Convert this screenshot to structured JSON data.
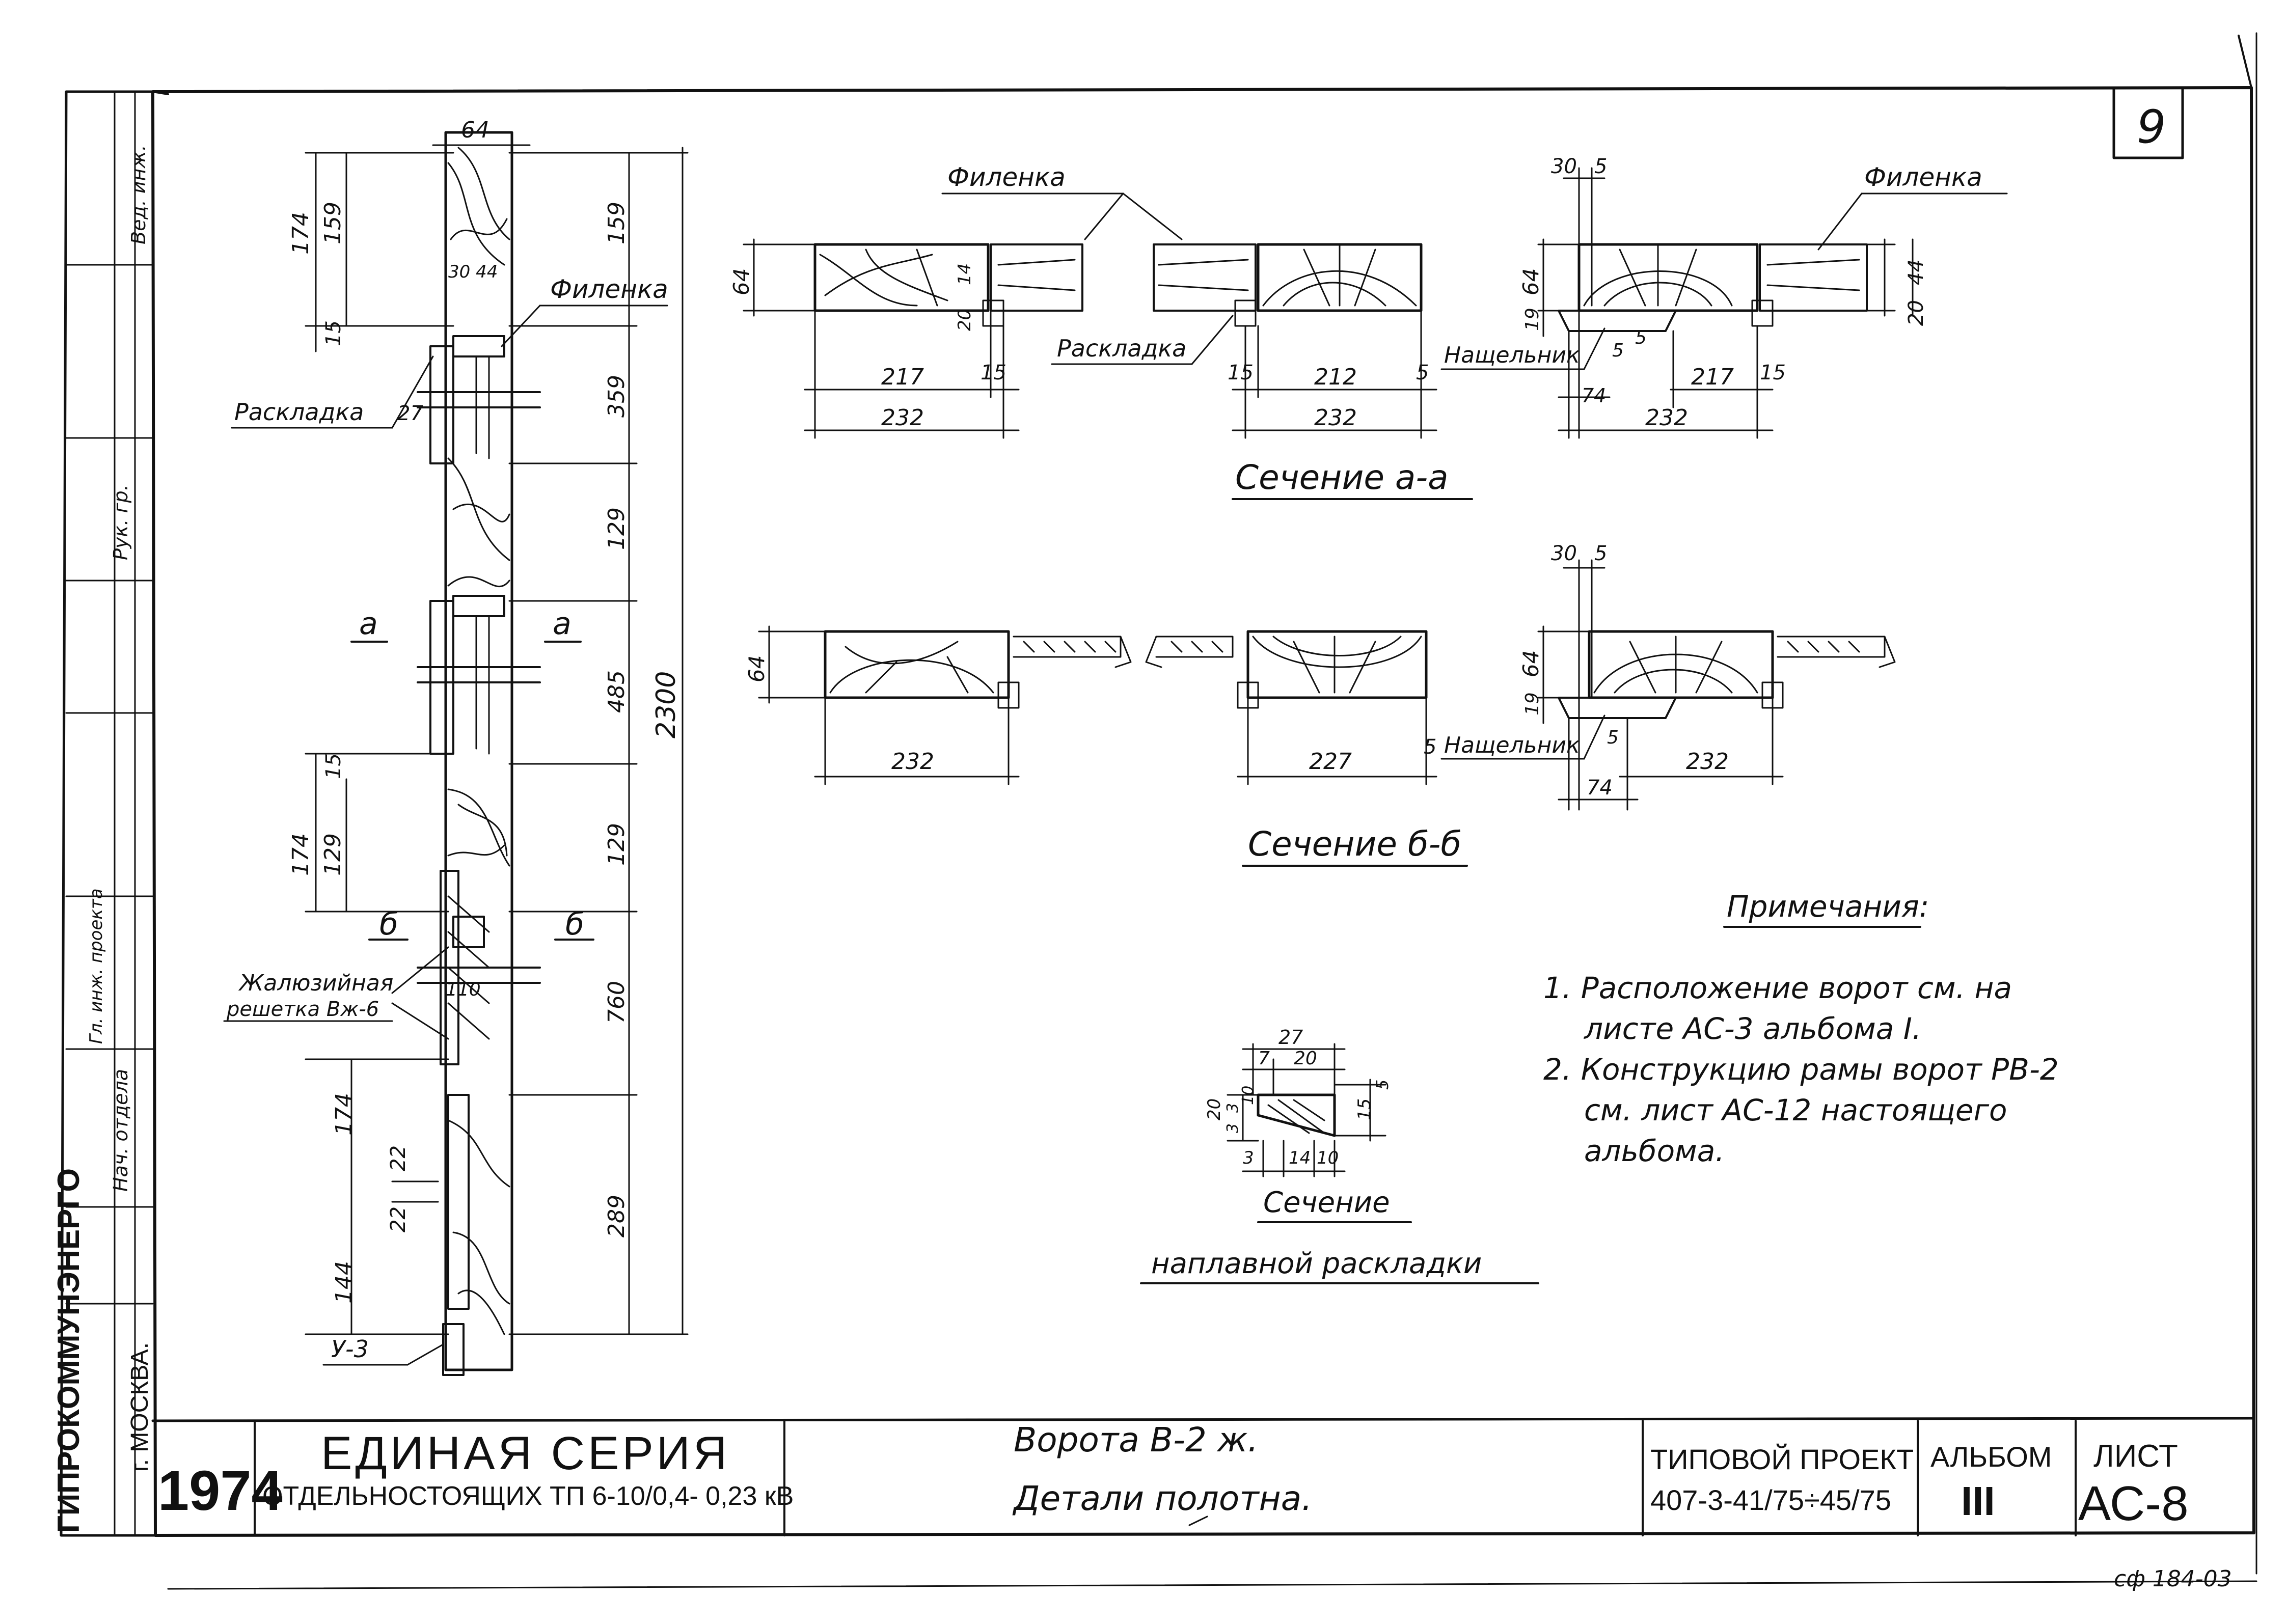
{
  "sheet": {
    "corner_number": "9",
    "year": "1974",
    "series_title": "ЕДИНАЯ СЕРИЯ",
    "series_subtitle": "ОТДЕЛЬНОСТОЯЩИХ ТП 6-10/0,4- 0,23 кВ",
    "object_title": "Ворота В-2 ж.",
    "object_subtitle": "Детали полотна.",
    "project_label": "ТИПОВОЙ ПРОЕКТ",
    "project_number": "407-3-41/75÷45/75",
    "album_label": "АЛЬБОМ",
    "album_number": "III",
    "sheet_label": "ЛИСТ",
    "sheet_number": "АС-8",
    "side_org": "ГИПРОКОММУНЭНЕРГО",
    "side_city": "г. МОСКВА.",
    "bottom_code": "сф 184-03"
  },
  "elevation": {
    "dim_top": "64",
    "dims_left": [
      "174",
      "159",
      "15",
      "174",
      "129",
      "15",
      "174",
      "22",
      "22",
      "144"
    ],
    "dims_right": [
      "159",
      "359",
      "129",
      "485",
      "129",
      "760",
      "289"
    ],
    "overall": "2300",
    "louver_dim": "110",
    "section_a": "а",
    "section_b": "б",
    "label_panel": "Филенка",
    "label_strip": "Раскладка",
    "label_strip_dim": "27",
    "label_louver_1": "Жалюзийная",
    "label_louver_2": "решетка Вж-6",
    "label_u3": "У-3"
  },
  "section_aa": {
    "title": "Сечение а-а",
    "label_panel_1": "Филенка",
    "label_panel_2": "Филенка",
    "label_strip": "Раскладка",
    "label_batten": "Нащельник",
    "left": {
      "h": "64",
      "d1": "20",
      "d2": "14",
      "w1": "217",
      "w2": "15",
      "total": "232"
    },
    "middle": {
      "w0": "15",
      "w1": "212",
      "w2": "5",
      "total": "232"
    },
    "right": {
      "top1": "30",
      "top2": "5",
      "h": "64",
      "h2": "44",
      "h3": "20",
      "b1": "19",
      "b2": "5",
      "b3": "5",
      "w1": "74",
      "w2": "217",
      "w3": "15",
      "total": "232"
    }
  },
  "section_bb": {
    "title": "Сечение б-б",
    "label_batten": "Нащельник",
    "left": {
      "h": "64",
      "total": "232"
    },
    "middle": {
      "w1": "227",
      "w2": "5"
    },
    "right": {
      "top1": "30",
      "top2": "5",
      "h": "64",
      "b1": "19",
      "b2": "5",
      "w1": "74",
      "total": "232"
    }
  },
  "strip_section": {
    "title_1": "Сечение",
    "title_2": "наплавной раскладки",
    "top": "27",
    "top_a": "7",
    "top_b": "20",
    "left_a": "20",
    "left_b": "3",
    "left_c": "3",
    "left_d": "10",
    "right_a": "5",
    "right_b": "15",
    "bot_a": "3",
    "bot_b": "14",
    "bot_c": "10"
  },
  "notes": {
    "heading": "Примечания:",
    "line1": "1. Расположение ворот см. на",
    "line2": "листе АС-3 альбома I.",
    "line3": "2. Конструкцию рамы ворот РВ-2",
    "line4": "см. лист АС-12 настоящего",
    "line5": "альбома."
  },
  "stamp": {
    "r1": "Вед. инж.",
    "r2": "Рук. гр.",
    "r3": "Нач. отдела",
    "r4": "Гл. инж. проекта"
  }
}
